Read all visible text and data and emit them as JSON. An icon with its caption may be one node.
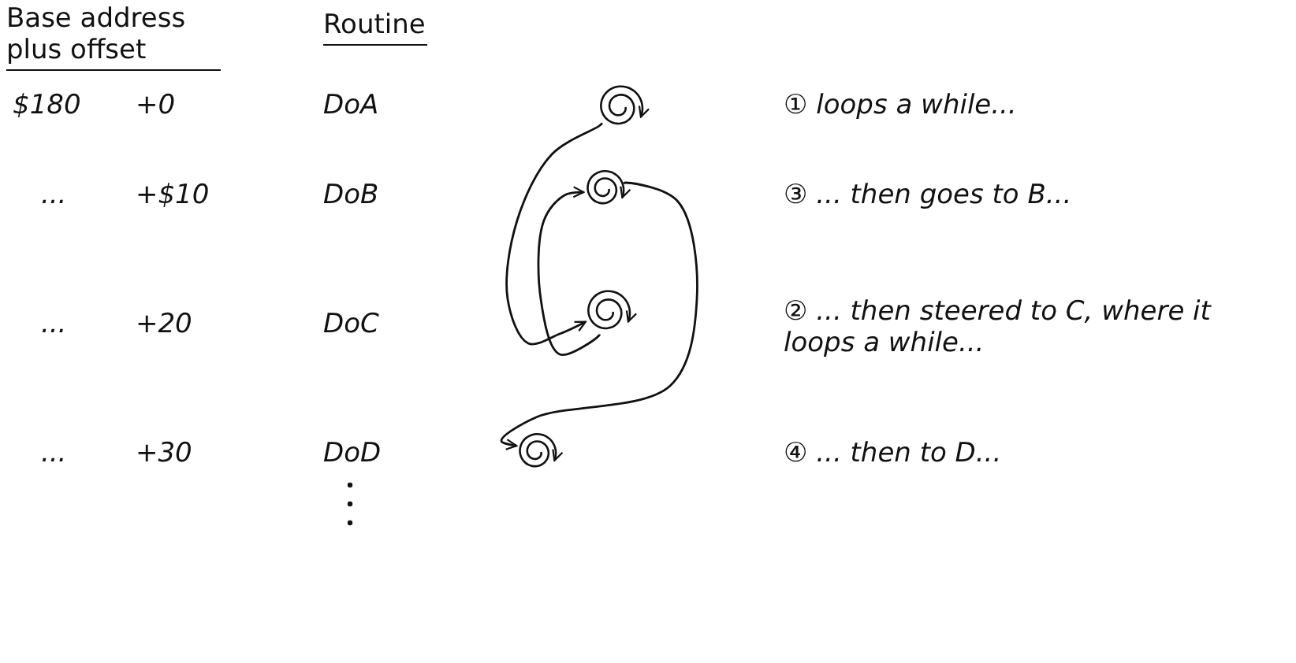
{
  "diagram": {
    "nodes": [
      {
        "text": [],
        "shape": "spiral"
      },
      {
        "text": [],
        "shape": "spiral"
      },
      {
        "text": [],
        "shape": "spiral"
      },
      {
        "text": [],
        "shape": "spiral"
      }
    ],
    "edges": [
      {
        "from": 0,
        "to": 2,
        "arrow": "to"
      },
      {
        "from": 2,
        "to": 1,
        "arrow": "to"
      },
      {
        "from": 1,
        "to": 3,
        "arrow": "to"
      }
    ],
    "labels": [
      "Base address plus offset",
      "Routine",
      "$180",
      "+0",
      "DoA",
      "...",
      "+$10",
      "DoB",
      "...",
      "+20",
      "DoC",
      "...",
      "+30",
      "DoD",
      "① loops a while...",
      "③ ... then goes to B...",
      "② ... then steered to C, where it loops a while...",
      "④ ... then to D..."
    ]
  }
}
